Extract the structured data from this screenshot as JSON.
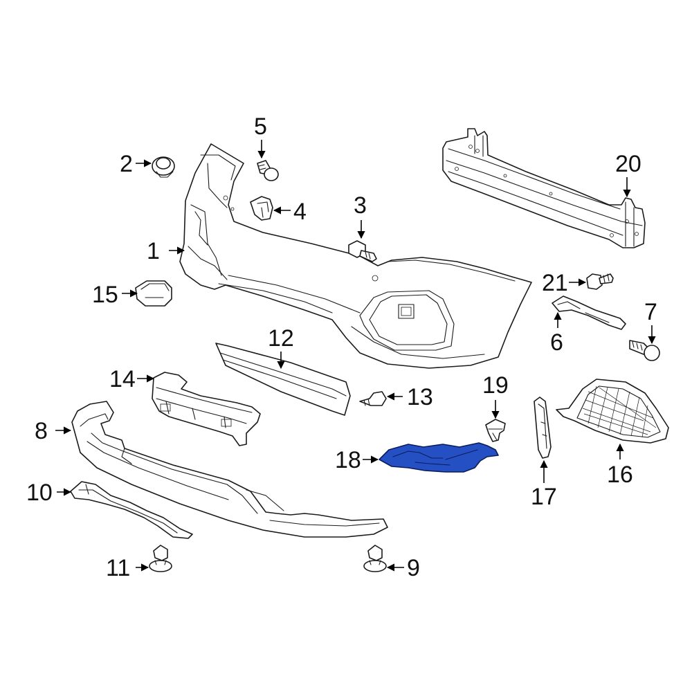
{
  "highlight_color": "#2550c4",
  "callouts": [
    {
      "id": "1",
      "text": "1"
    },
    {
      "id": "2",
      "text": "2"
    },
    {
      "id": "3",
      "text": "3"
    },
    {
      "id": "4",
      "text": "4"
    },
    {
      "id": "5",
      "text": "5"
    },
    {
      "id": "6",
      "text": "6"
    },
    {
      "id": "7",
      "text": "7"
    },
    {
      "id": "8",
      "text": "8"
    },
    {
      "id": "9",
      "text": "9"
    },
    {
      "id": "10",
      "text": "10"
    },
    {
      "id": "11",
      "text": "11"
    },
    {
      "id": "12",
      "text": "12"
    },
    {
      "id": "13",
      "text": "13"
    },
    {
      "id": "14",
      "text": "14"
    },
    {
      "id": "15",
      "text": "15"
    },
    {
      "id": "16",
      "text": "16"
    },
    {
      "id": "17",
      "text": "17"
    },
    {
      "id": "18",
      "text": "18"
    },
    {
      "id": "19",
      "text": "19"
    },
    {
      "id": "20",
      "text": "20"
    },
    {
      "id": "21",
      "text": "21"
    }
  ]
}
